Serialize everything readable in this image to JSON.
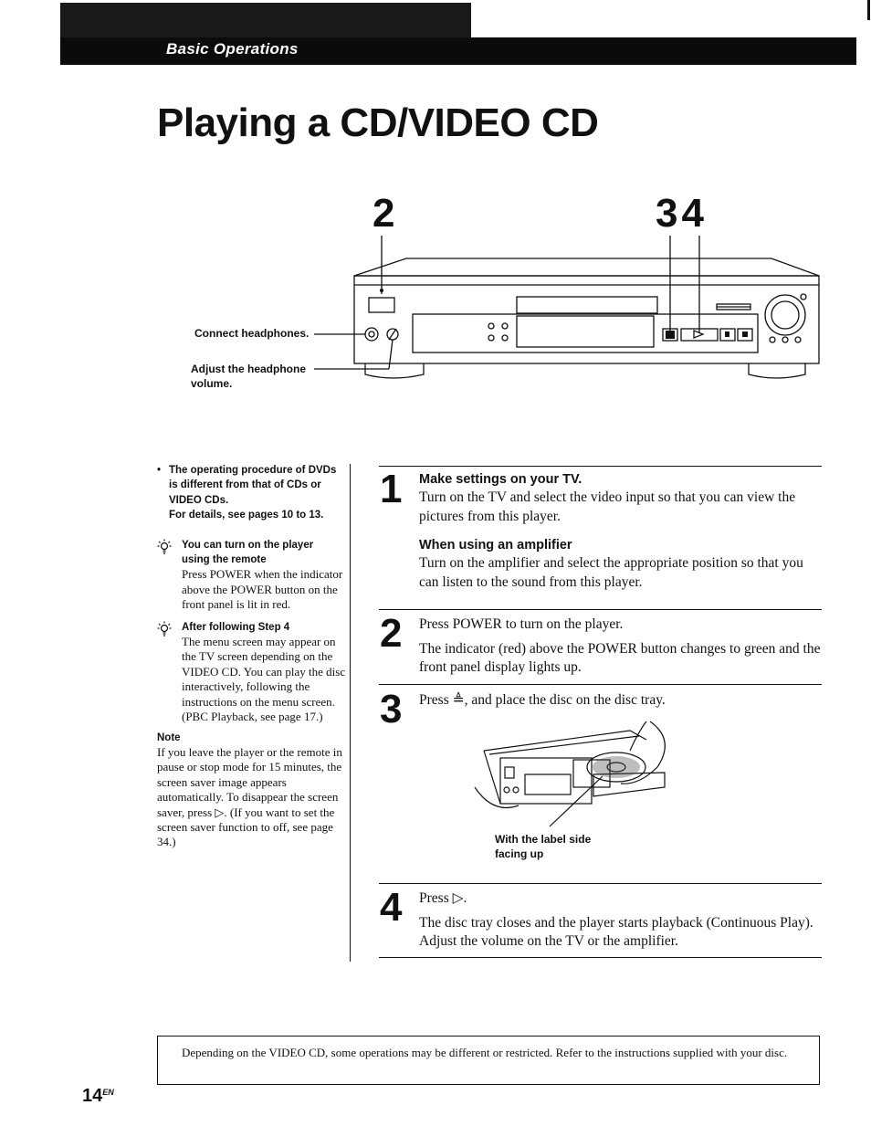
{
  "header": {
    "section": "Basic Operations"
  },
  "title": "Playing a CD/VIDEO CD",
  "figure": {
    "step_label_left": "2",
    "step_label_right": "34",
    "callout_headphones": "Connect headphones.",
    "callout_volume_line1": "Adjust the headphone",
    "callout_volume_line2": "volume."
  },
  "left_column": {
    "bullet": "•",
    "dvd_note_line1": "The operating procedure of DVDs",
    "dvd_note_line2": "is different from that of CDs or",
    "dvd_note_line3": "VIDEO CDs.",
    "dvd_note_line4": "For details, see pages 10 to 13.",
    "tip1_heading_line1": "You can turn on the player",
    "tip1_heading_line2": "using the remote",
    "tip1_text": "Press POWER when the indicator above the POWER button on the front panel is lit in red.",
    "tip2_heading": "After following Step 4",
    "tip2_text": "The menu screen may appear on the TV screen depending on the VIDEO CD.  You can play the disc interactively, following the instructions on the menu screen. (PBC Playback, see page 17.)",
    "note_heading": "Note",
    "note_text": "If you leave the player or the remote in pause or stop mode for 15 minutes, the screen saver image appears automatically.  To disappear the screen saver, press ▷.  (If you want to set the screen saver function to off, see page 34.)"
  },
  "steps": [
    {
      "number": "1",
      "heading": "Make settings on your TV.",
      "text": "Turn on the TV and select the video input so that you can view the pictures from this player.",
      "subheading": "When using an amplifier",
      "subtext": "Turn on the amplifier and select the appropriate position so that you can listen to the sound from this player."
    },
    {
      "number": "2",
      "text": "Press POWER to turn on the player.",
      "text2": "The indicator (red) above the POWER button changes to green and the front panel display lights up."
    },
    {
      "number": "3",
      "text": "Press ≜, and place the disc on the disc tray.",
      "caption_line1": "With the label side",
      "caption_line2": "facing up"
    },
    {
      "number": "4",
      "text": "Press ▷.",
      "text2": "The disc tray closes and the player starts playback (Continuous Play).  Adjust the volume on the TV or the amplifier."
    }
  ],
  "footer_note": "Depending on the VIDEO CD, some operations may be different or restricted.  Refer to the instructions supplied with your disc.",
  "page": {
    "number": "14",
    "suffix": "EN"
  }
}
